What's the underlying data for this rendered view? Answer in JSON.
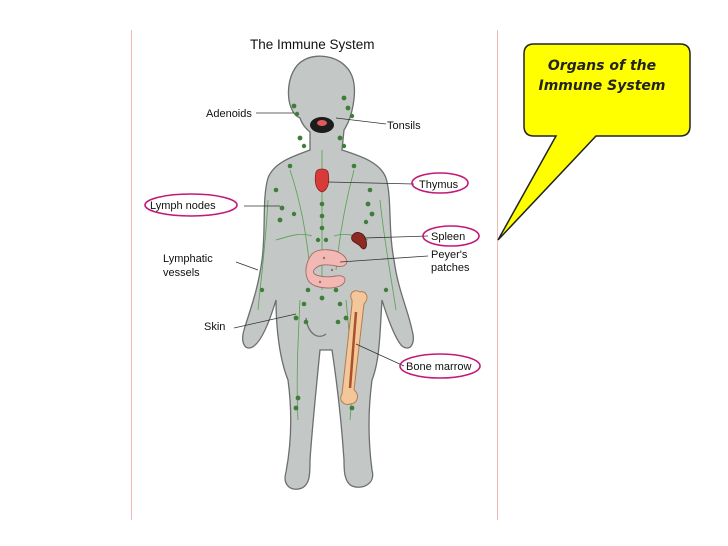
{
  "diagram": {
    "title": "The Immune System",
    "labels": {
      "adenoids": "Adenoids",
      "tonsils": "Tonsils",
      "thymus": "Thymus",
      "lymph_nodes": "Lymph nodes",
      "spleen": "Spleen",
      "lymphatic_line1": "Lymphatic",
      "lymphatic_line2": "vessels",
      "peyers_line1": "Peyer's",
      "peyers_line2": "patches",
      "skin": "Skin",
      "bone_marrow": "Bone marrow"
    }
  },
  "callout": {
    "line1": "Organs of the",
    "line2": "Immune System"
  },
  "colors": {
    "body": "#c3c7c5",
    "body_outline": "#6b6f6d",
    "node": "#3f7d3a",
    "thymus": "#d83a3a",
    "spleen": "#8c2a23",
    "intestine": "#f2b9b4",
    "bone": "#f4c79a",
    "highlight_ring": "#c2187a",
    "callout_fill": "#ffff00"
  }
}
